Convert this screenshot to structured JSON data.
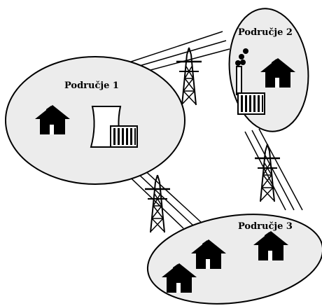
{
  "regions": [
    {
      "id": "r1",
      "label": "Područje 1"
    },
    {
      "id": "r2",
      "label": "Područje 2"
    },
    {
      "id": "r3",
      "label": "Područje 3"
    }
  ],
  "colors": {
    "ink": "#000000",
    "fill": "#ececec",
    "background": "#ffffff"
  },
  "icons": [
    "house-icon",
    "cooling-tower-icon",
    "power-plant-icon",
    "factory-chimney-icon",
    "transmission-tower-icon"
  ]
}
